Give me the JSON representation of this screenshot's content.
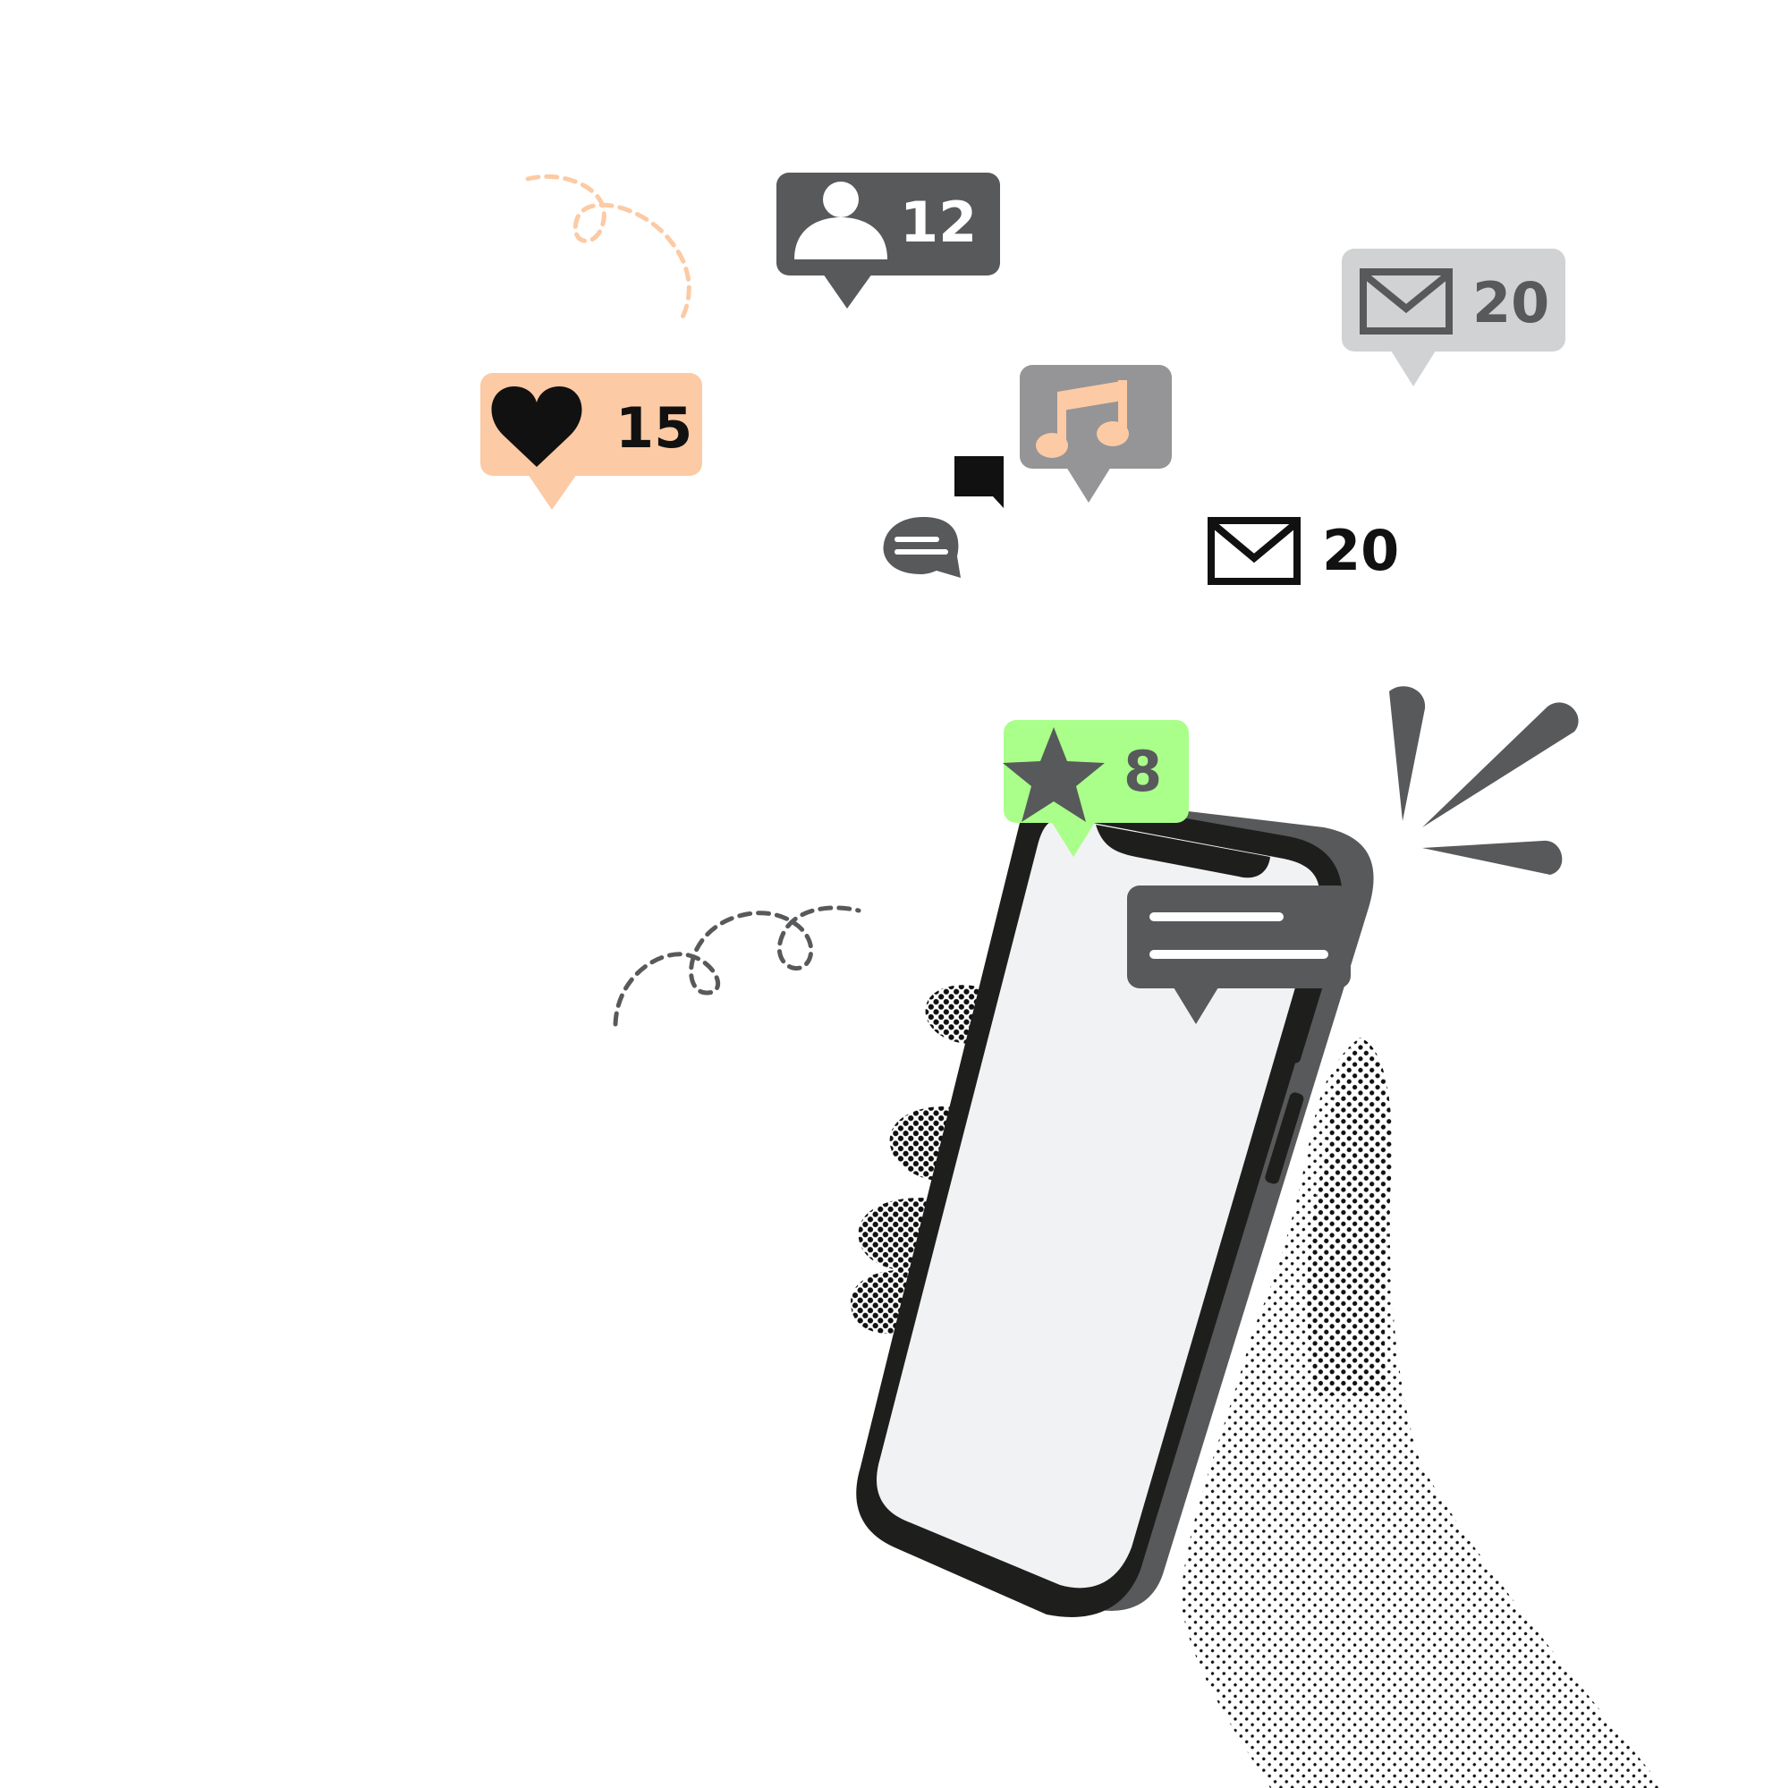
{
  "notifications": {
    "followers": {
      "icon": "user-icon",
      "count": "12",
      "color": "#58595b"
    },
    "likes": {
      "icon": "heart-icon",
      "count": "15",
      "color": "#fccaa4"
    },
    "music": {
      "icon": "music-note-icon",
      "color": "#959597"
    },
    "mail_badge": {
      "icon": "envelope-icon",
      "count": "20",
      "color": "#d1d2d4"
    },
    "mail_plain": {
      "icon": "envelope-icon",
      "count": "20"
    },
    "favorites": {
      "icon": "star-icon",
      "count": "8",
      "color": "#a9ff8a"
    },
    "chat": {
      "icon": "chat-bubble-icon"
    },
    "message_preview": {
      "icon": "message-lines-icon",
      "color": "#58595b"
    }
  },
  "colors": {
    "dark_gray": "#58595b",
    "phone_frame": "#1e1f1d",
    "phone_screen": "#f1f2f3",
    "accent_orange": "#fccaa4",
    "accent_green": "#a9ff8a",
    "black": "#111111"
  }
}
